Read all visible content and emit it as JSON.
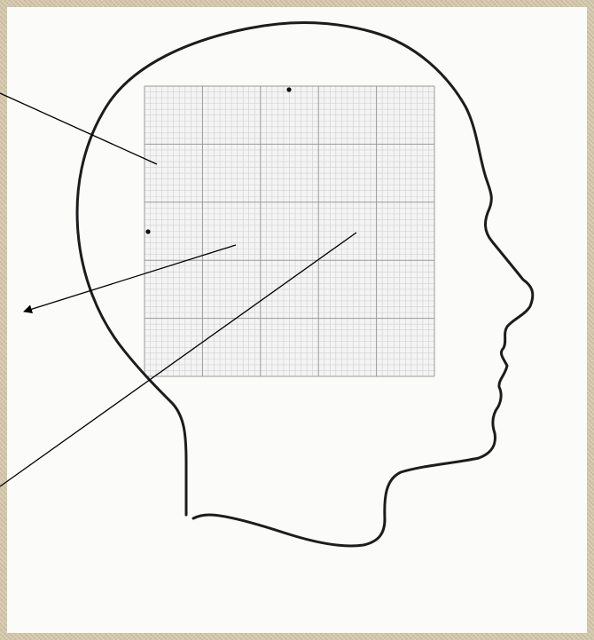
{
  "colors": {
    "frame": "#d6ccb3",
    "paper": "#fbfbf9",
    "outline": "#1c1c1c",
    "grid_minor": "#cfcfcf",
    "grid_major": "#9a9a9a",
    "pointer": "#000000"
  },
  "grid": {
    "major_divisions": 5,
    "minor_per_major": 10
  },
  "markers": [
    "dot-top",
    "dot-left"
  ],
  "pointers": [
    "line-upper-left",
    "arrow-left",
    "line-lower-left"
  ]
}
